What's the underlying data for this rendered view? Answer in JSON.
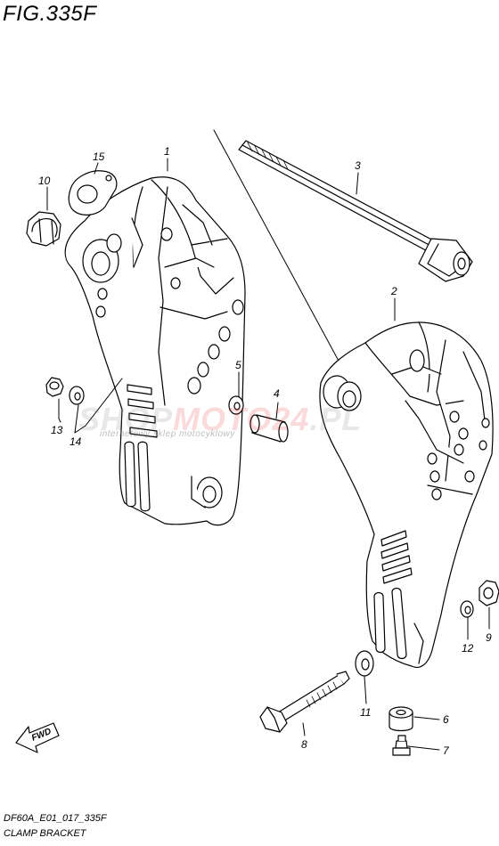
{
  "figure": {
    "title": "FIG.335F",
    "code": "DF60A_E01_017_335F",
    "name": "CLAMP BRACKET"
  },
  "watermark": {
    "part_a": "SHOP",
    "part_b": "MOTO24",
    "part_c": ".PL",
    "tagline": "internetowy sklep motocyklowy"
  },
  "direction_label": "FWD",
  "callouts": [
    {
      "id": "c1",
      "label": "1"
    },
    {
      "id": "c2",
      "label": "2"
    },
    {
      "id": "c3",
      "label": "3"
    },
    {
      "id": "c4",
      "label": "4"
    },
    {
      "id": "c5",
      "label": "5"
    },
    {
      "id": "c6",
      "label": "6"
    },
    {
      "id": "c7",
      "label": "7"
    },
    {
      "id": "c8",
      "label": "8"
    },
    {
      "id": "c9",
      "label": "9"
    },
    {
      "id": "c10",
      "label": "10"
    },
    {
      "id": "c11",
      "label": "11"
    },
    {
      "id": "c12",
      "label": "12"
    },
    {
      "id": "c13",
      "label": "13"
    },
    {
      "id": "c14",
      "label": "14"
    },
    {
      "id": "c15",
      "label": "15"
    }
  ]
}
